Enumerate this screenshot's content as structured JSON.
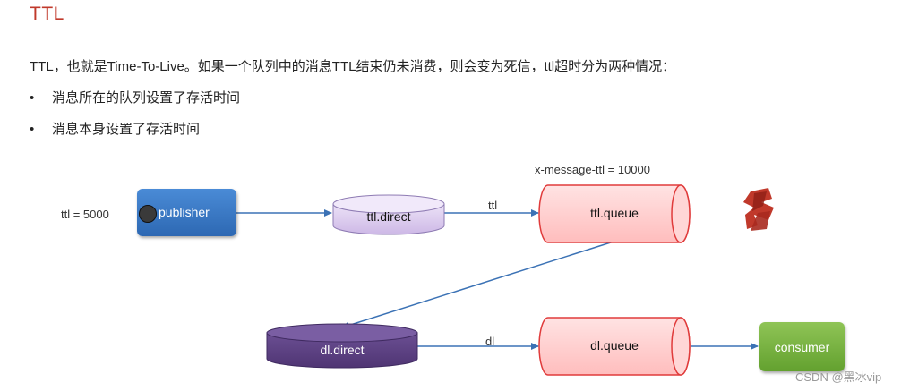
{
  "title": "TTL",
  "intro": "TTL，也就是Time-To-Live。如果一个队列中的消息TTL结束仍未消费，则会变为死信，ttl超时分为两种情况：",
  "bullets": [
    "消息所在的队列设置了存活时间",
    "消息本身设置了存活时间"
  ],
  "bullet_symbol": "•",
  "diagram": {
    "ttl_label": "ttl = 5000",
    "publisher": "publisher",
    "ttl_exchange": "ttl.direct",
    "edge_ttl": "ttl",
    "queue_ttl_label": "x-message-ttl = 10000",
    "ttl_queue": "ttl.queue",
    "dl_exchange": "dl.direct",
    "edge_dl": "dl",
    "dl_queue": "dl.queue",
    "consumer": "consumer"
  },
  "colors": {
    "title": "#c0392b",
    "publisher": "#2d68b3",
    "ttl_exchange": "#d9c9ee",
    "queue": "#ffd0d0",
    "dl_exchange": "#5b3f82",
    "consumer": "#63a12f",
    "arrow": "#3b72b5"
  },
  "watermark": "CSDN @黑冰vip"
}
